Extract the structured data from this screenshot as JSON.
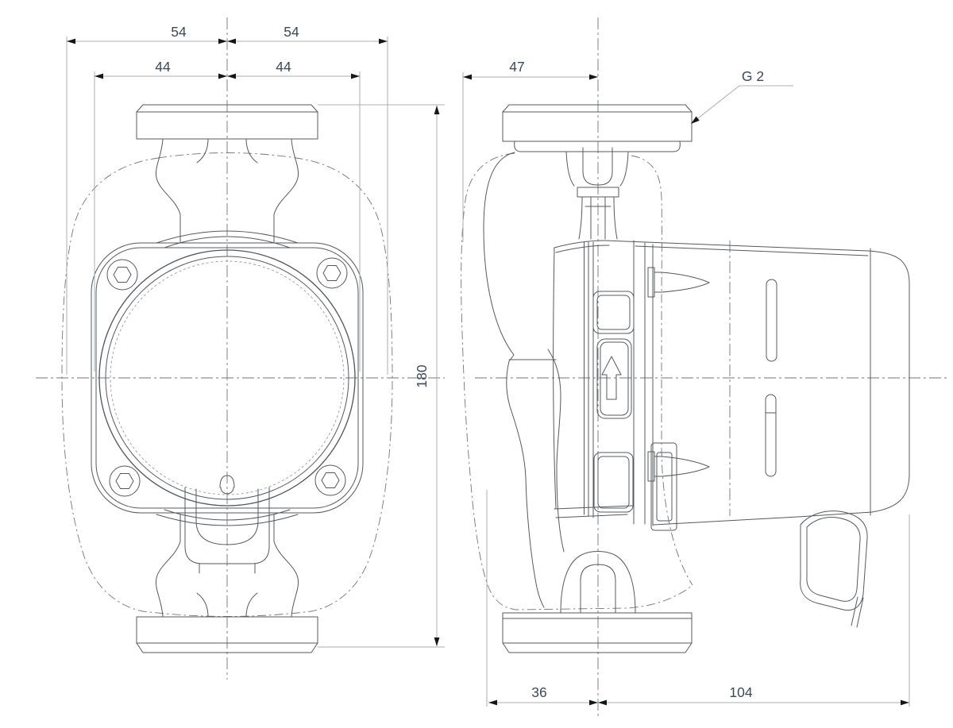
{
  "drawing": {
    "front_view": {
      "dim_top_outer_left": "54",
      "dim_top_outer_right": "54",
      "dim_top_inner_left": "44",
      "dim_top_inner_right": "44",
      "dim_height": "180"
    },
    "side_view": {
      "dim_top_depth": "47",
      "dim_bottom_front": "36",
      "dim_bottom_rear": "104",
      "thread_label": "G 2"
    },
    "icons": {
      "flow_direction_arrow": "up-arrow"
    },
    "colors": {
      "background": "#ffffff",
      "outline": "#55595d",
      "centerline": "#71767a",
      "dimension_line": "#a8adb1",
      "arrowhead": "#141618",
      "text": "#3d4a57"
    }
  }
}
